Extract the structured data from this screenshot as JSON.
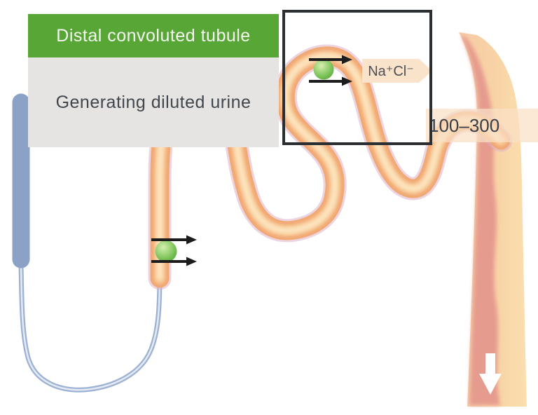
{
  "diagram": {
    "title": "Distal convoluted tubule",
    "subtitle": "Generating diluted urine",
    "inset": {
      "ion_label": "Na⁺Cl⁻"
    },
    "osmolarity": "100–300"
  },
  "colors": {
    "title_bg": "#58a736",
    "title_text": "#f4f7f0",
    "subtitle_bg": "#e5e4e2",
    "subtitle_text": "#41474d",
    "tubule_orange": "#f1a873",
    "tubule_highlight": "#fce3bd",
    "tubule_halo_pink": "#dcb3c9",
    "loop_blue": "#9db2d3",
    "thick_limb_blue": "#8ba2c6",
    "collecting_duct_salmon": "#e5998c",
    "collecting_duct_peach": "#fbdfae",
    "transporter_green": "#6fbb4d",
    "ion_label_bg": "#fae3cb",
    "osmolarity_band_bg": "#f9e0c6",
    "inset_border": "#2c2f31",
    "arrow_black": "#1c1c1c",
    "flow_arrow_white": "#ffffff"
  }
}
